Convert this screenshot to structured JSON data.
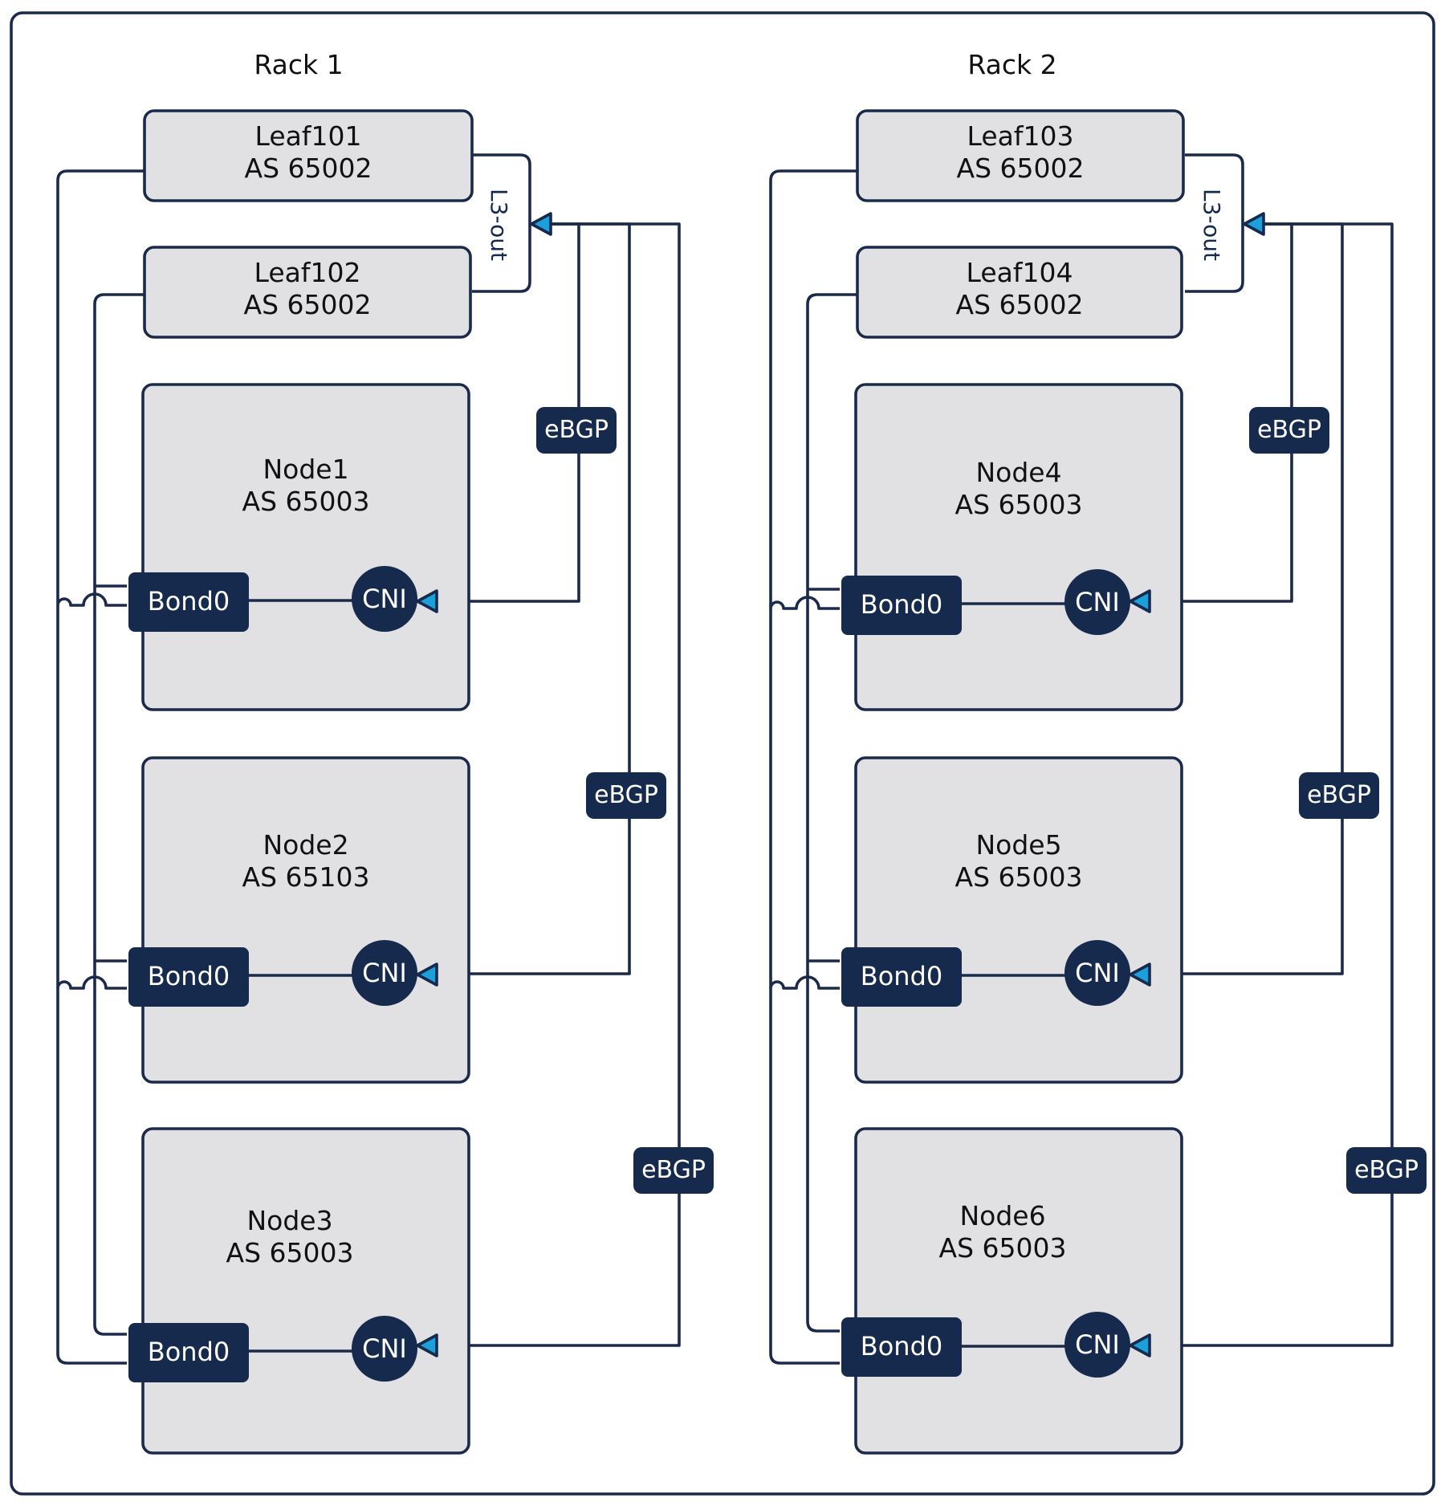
{
  "racks": [
    {
      "title": "Rack 1",
      "l3out": "L3-out",
      "leaves": [
        {
          "name": "Leaf101",
          "as": "AS 65002"
        },
        {
          "name": "Leaf102",
          "as": "AS 65002"
        }
      ],
      "nodes": [
        {
          "name": "Node1",
          "as": "AS 65003",
          "bond": "Bond0",
          "cni": "CNI",
          "peer": "eBGP"
        },
        {
          "name": "Node2",
          "as": "AS 65103",
          "bond": "Bond0",
          "cni": "CNI",
          "peer": "eBGP"
        },
        {
          "name": "Node3",
          "as": "AS 65003",
          "bond": "Bond0",
          "cni": "CNI",
          "peer": "eBGP"
        }
      ]
    },
    {
      "title": "Rack 2",
      "l3out": "L3-out",
      "leaves": [
        {
          "name": "Leaf103",
          "as": "AS 65002"
        },
        {
          "name": "Leaf104",
          "as": "AS 65002"
        }
      ],
      "nodes": [
        {
          "name": "Node4",
          "as": "AS 65003",
          "bond": "Bond0",
          "cni": "CNI",
          "peer": "eBGP"
        },
        {
          "name": "Node5",
          "as": "AS 65003",
          "bond": "Bond0",
          "cni": "CNI",
          "peer": "eBGP"
        },
        {
          "name": "Node6",
          "as": "AS 65003",
          "bond": "Bond0",
          "cni": "CNI",
          "peer": "eBGP"
        }
      ]
    }
  ],
  "colors": {
    "line": "#1b2a4a",
    "box_fill": "#e1e1e3",
    "badge": "#152a4d",
    "arrow": "#1ba0dc"
  }
}
